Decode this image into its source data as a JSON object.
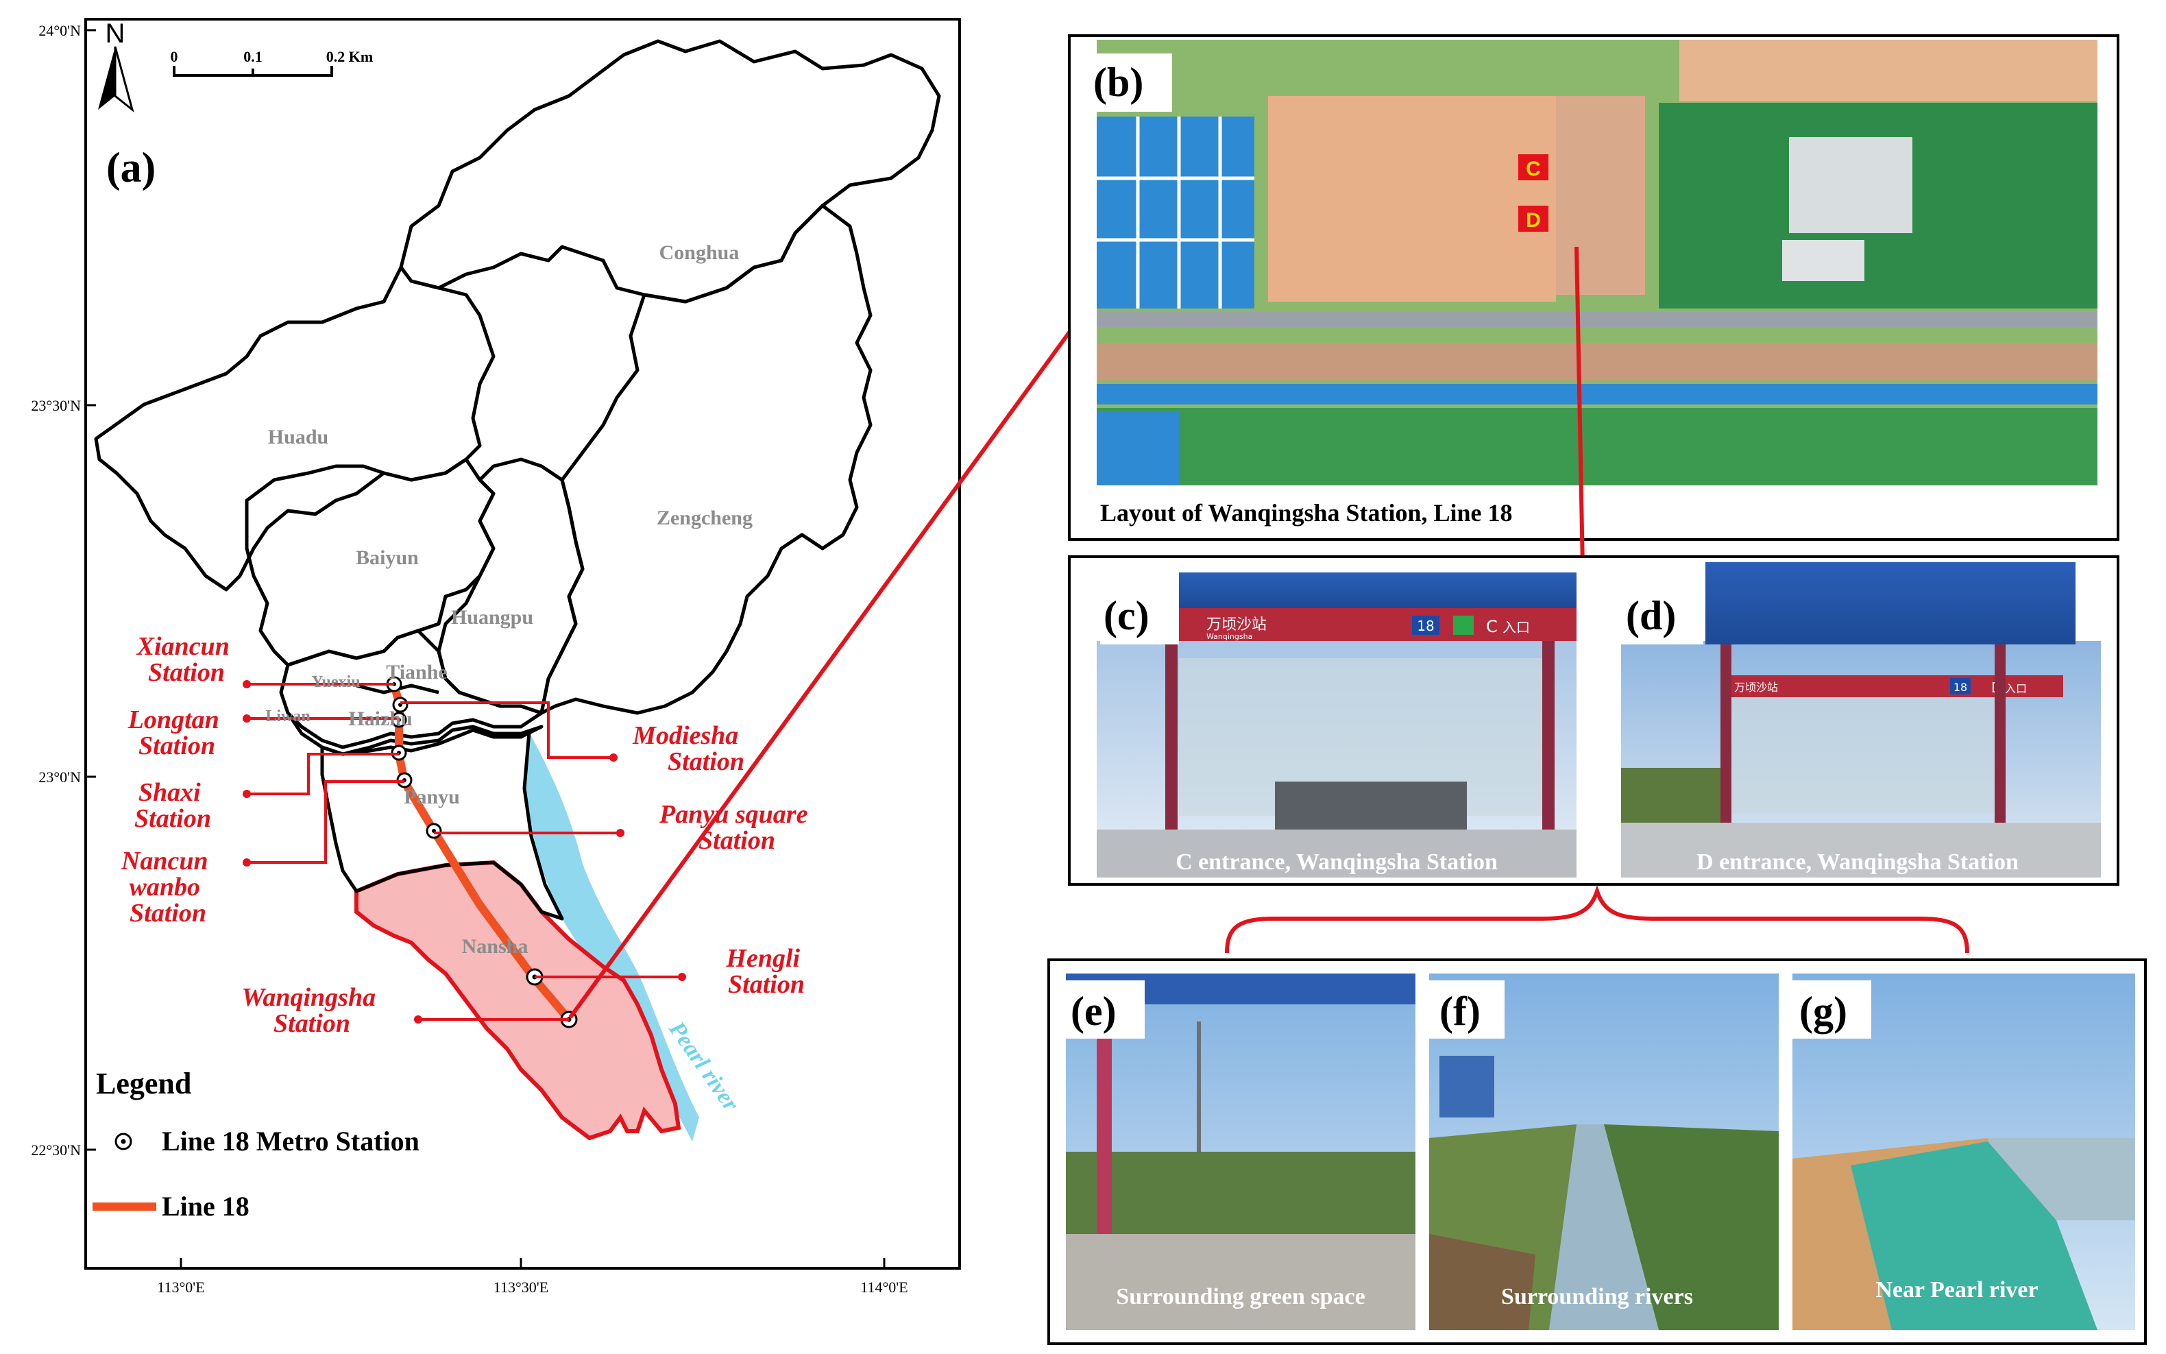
{
  "panel_a": {
    "label": "(a)",
    "north_label": "N",
    "scale_bar": {
      "ticks": [
        "0",
        "0.1",
        "0.2 Km"
      ]
    },
    "lat_labels": [
      "24°0'N",
      "23°30'N",
      "23°0'N",
      "22°30'N"
    ],
    "lon_labels": [
      "113°0'E",
      "113°30'E",
      "114°0'E"
    ],
    "districts": {
      "conghua": "Conghua",
      "huadu": "Huadu",
      "zengcheng": "Zengcheng",
      "baiyun": "Baiyun",
      "huangpu": "Huangpu",
      "tianhe": "Tianhe",
      "yuexiu": "Yuexiu",
      "haizhu": "Haizhu",
      "liwan": "Liwan",
      "panyu": "Panyu",
      "nansha": "Nansha"
    },
    "river_label": "Pearl river",
    "stations": {
      "xiancun": [
        "Xiancun",
        "Station"
      ],
      "longtan": [
        "Longtan",
        "Station"
      ],
      "shaxi": [
        "Shaxi",
        "Station"
      ],
      "nancun": [
        "Nancun",
        "wanbo",
        "Station"
      ],
      "modiesha": [
        "Modiesha",
        "Station"
      ],
      "panyu_square": [
        "Panyu square",
        "Station"
      ],
      "hengli": [
        "Hengli",
        "Station"
      ],
      "wanqingsha": [
        "Wanqingsha",
        "Station"
      ]
    },
    "legend": {
      "title": "Legend",
      "station_item": "Line 18 Metro Station",
      "line_item": "Line 18"
    }
  },
  "panel_b": {
    "label": "(b)",
    "caption": "Layout of Wanqingsha Station, Line 18",
    "markers": [
      "C",
      "D"
    ]
  },
  "panel_c": {
    "label": "(c)",
    "caption": "C entrance, Wanqingsha Station",
    "sign_text": "万顷沙站",
    "sign_sub": "Wanqingsha",
    "line_badge": "18",
    "entrance_letter": "C",
    "entrance_cn": "入口"
  },
  "panel_d": {
    "label": "(d)",
    "caption": "D entrance, Wanqingsha Station",
    "sign_text": "万顷沙站",
    "line_badge": "18",
    "entrance_letter": "D",
    "entrance_cn": "入口"
  },
  "panel_e": {
    "label": "(e)",
    "caption": "Surrounding green space"
  },
  "panel_f": {
    "label": "(f)",
    "caption": "Surrounding rivers"
  },
  "panel_g": {
    "label": "(g)",
    "caption": "Near Pearl river"
  },
  "colors": {
    "line18": "#f05022",
    "station_label": "#e3121b",
    "district_label": "#8c8c8c",
    "nansha_fill": "#f7b9b9",
    "river": "#8fd8ee"
  }
}
